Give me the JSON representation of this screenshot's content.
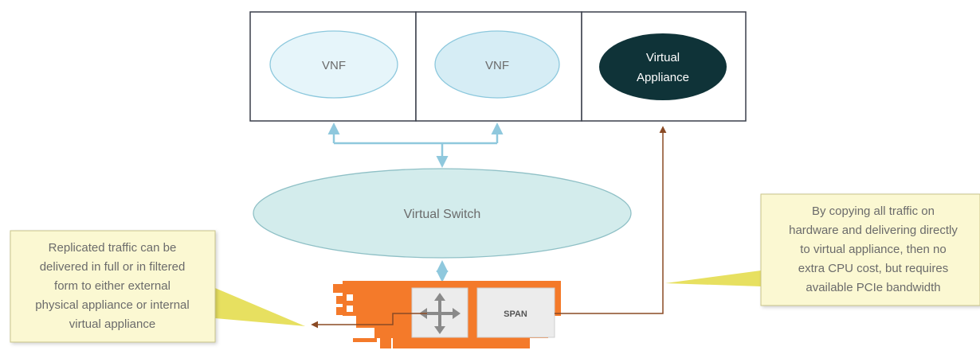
{
  "hosts": {
    "vnf1_label": "VNF",
    "vnf2_label": "VNF",
    "appliance_line1": "Virtual",
    "appliance_line2": "Appliance"
  },
  "switch": {
    "label": "Virtual Switch"
  },
  "nic": {
    "span_label": "SPAN"
  },
  "callout_left": {
    "lines": [
      "Replicated traffic can be",
      "delivered in full or in filtered",
      "form to either external",
      "physical appliance or internal",
      "virtual appliance"
    ]
  },
  "callout_right": {
    "lines": [
      "By copying all traffic on",
      "hardware and delivering directly",
      "to virtual appliance, then no",
      "extra CPU cost, but requires",
      "available PCIe bandwidth"
    ]
  },
  "colors": {
    "box_border": "#3a3f4a",
    "vnf_fill": "#e6f5fa",
    "vnf2_fill": "#d6edf5",
    "vnf_stroke": "#8cc8dd",
    "appliance_fill": "#0f3338",
    "switch_fill": "#d3ecec",
    "switch_stroke": "#8fc0c6",
    "blue_arrow": "#8fc8dd",
    "brown_arrow": "#8a4a24",
    "nic_orange": "#f47a2a",
    "nic_panel": "#ececec",
    "callout_fill": "#fbf8d2",
    "callout_border": "#c9c58a",
    "pointer_yellow": "#e7e060",
    "text_gray": "#6b6b6b"
  }
}
